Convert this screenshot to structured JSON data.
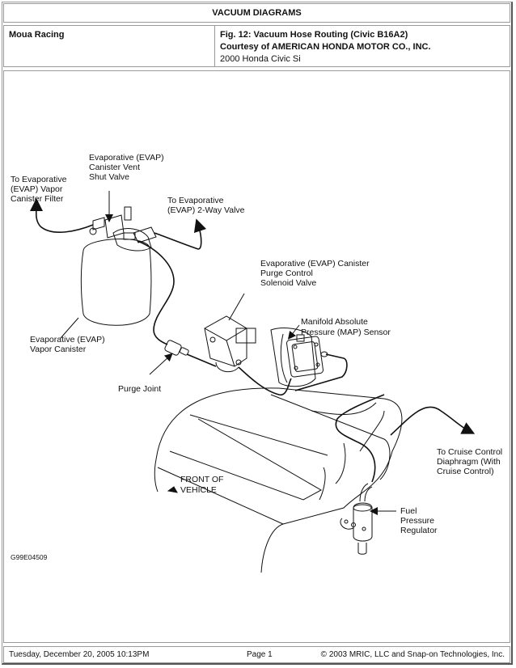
{
  "header": {
    "title": "VACUUM DIAGRAMS",
    "shop_name": "Moua Racing",
    "figure_title": "Fig. 12: Vacuum Hose Routing (Civic B16A2)",
    "courtesy": "Courtesy of AMERICAN HONDA MOTOR CO., INC.",
    "vehicle": "2000 Honda Civic Si"
  },
  "diagram": {
    "labels": {
      "vent_shut_valve": [
        "Evaporative (EVAP)",
        "Canister Vent",
        "Shut Valve"
      ],
      "to_vapor_filter": [
        "To Evaporative",
        "(EVAP) Vapor",
        "Canister Filter"
      ],
      "to_two_way": [
        "To Evaporative",
        "(EVAP) 2-Way Valve"
      ],
      "purge_solenoid": [
        "Evaporative (EVAP) Canister",
        "Purge Control",
        "Solenoid Valve"
      ],
      "map_sensor": [
        "Manifold Absolute",
        "Pressure (MAP) Sensor"
      ],
      "vapor_canister": [
        "Evaporative (EVAP)",
        "Vapor Canister"
      ],
      "purge_joint": [
        "Purge Joint"
      ],
      "cruise_control": [
        "To Cruise Control",
        "Diaphragm (With",
        "Cruise Control)"
      ],
      "front_of_vehicle": [
        "FRONT OF",
        "VEHICLE"
      ],
      "fuel_pressure_regulator": [
        "Fuel",
        "Pressure",
        "Regulator"
      ]
    },
    "figure_code": "G99E04509"
  },
  "footer": {
    "timestamp": "Tuesday, December 20, 2005  10:13PM",
    "page": "Page 1",
    "copyright": "© 2003 MRIC, LLC and Snap-on Technologies, Inc."
  }
}
